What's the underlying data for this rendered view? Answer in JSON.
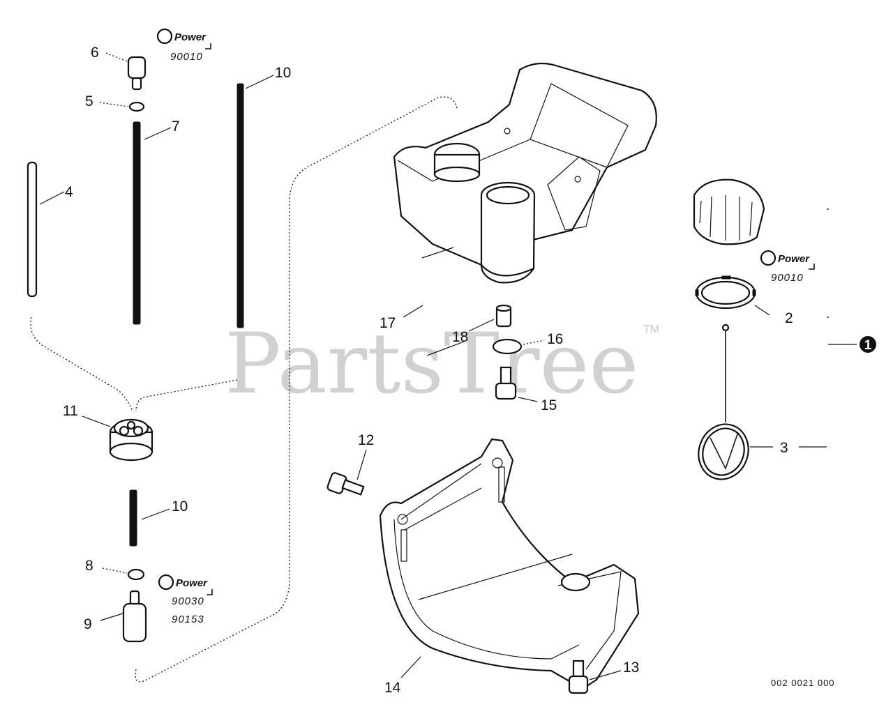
{
  "watermark": {
    "text": "PartsTree",
    "trademark": "TM"
  },
  "callouts": [
    {
      "id": "c6",
      "text": "6"
    },
    {
      "id": "c5",
      "text": "5"
    },
    {
      "id": "c7",
      "text": "7"
    },
    {
      "id": "c4",
      "text": "4"
    },
    {
      "id": "c10a",
      "text": "10"
    },
    {
      "id": "c11",
      "text": "11"
    },
    {
      "id": "c10b",
      "text": "10"
    },
    {
      "id": "c8",
      "text": "8"
    },
    {
      "id": "c9",
      "text": "9"
    },
    {
      "id": "c17",
      "text": "17"
    },
    {
      "id": "c18",
      "text": "18"
    },
    {
      "id": "c16",
      "text": "16"
    },
    {
      "id": "c15",
      "text": "15"
    },
    {
      "id": "c12",
      "text": "12"
    },
    {
      "id": "c14",
      "text": "14"
    },
    {
      "id": "c13",
      "text": "13"
    },
    {
      "id": "c2",
      "text": "2"
    },
    {
      "id": "c3",
      "text": "3"
    },
    {
      "id": "c1",
      "text": "1"
    }
  ],
  "kits": [
    {
      "brand": "Power",
      "numbers": [
        "90010"
      ]
    },
    {
      "brand": "Power",
      "numbers": [
        "90010"
      ]
    },
    {
      "brand": "Power",
      "numbers": [
        "90030",
        "90153"
      ]
    }
  ],
  "drawing_number": "002 0021 000"
}
